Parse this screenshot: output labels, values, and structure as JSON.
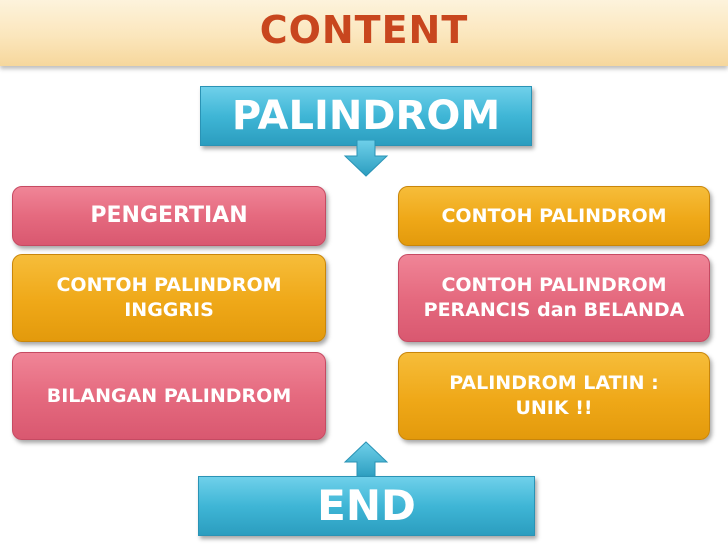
{
  "title": "CONTENT",
  "top_node": "PALINDROM",
  "end_node": "END",
  "left_column": {
    "items": [
      {
        "line1": "PENGERTIAN",
        "line2": ""
      },
      {
        "line1": "CONTOH PALINDROM",
        "line2": "INGGRIS"
      },
      {
        "line1": "BILANGAN PALINDROM",
        "line2": ""
      }
    ]
  },
  "right_column": {
    "items": [
      {
        "line1": "CONTOH PALINDROM",
        "line2": ""
      },
      {
        "line1": "CONTOH PALINDROM",
        "line2": "PERANCIS dan BELANDA"
      },
      {
        "line1": "PALINDROM LATIN :",
        "line2": "UNIK !!"
      }
    ]
  },
  "colors": {
    "title_text": "#c8461e",
    "title_bar": "#fbe6bc",
    "blue_node": "#3fb6d6",
    "pink_node": "#e56a7f",
    "gold_node": "#efa818"
  },
  "icons": {
    "down_arrow": "down-arrow-icon",
    "up_arrow": "up-arrow-icon"
  }
}
